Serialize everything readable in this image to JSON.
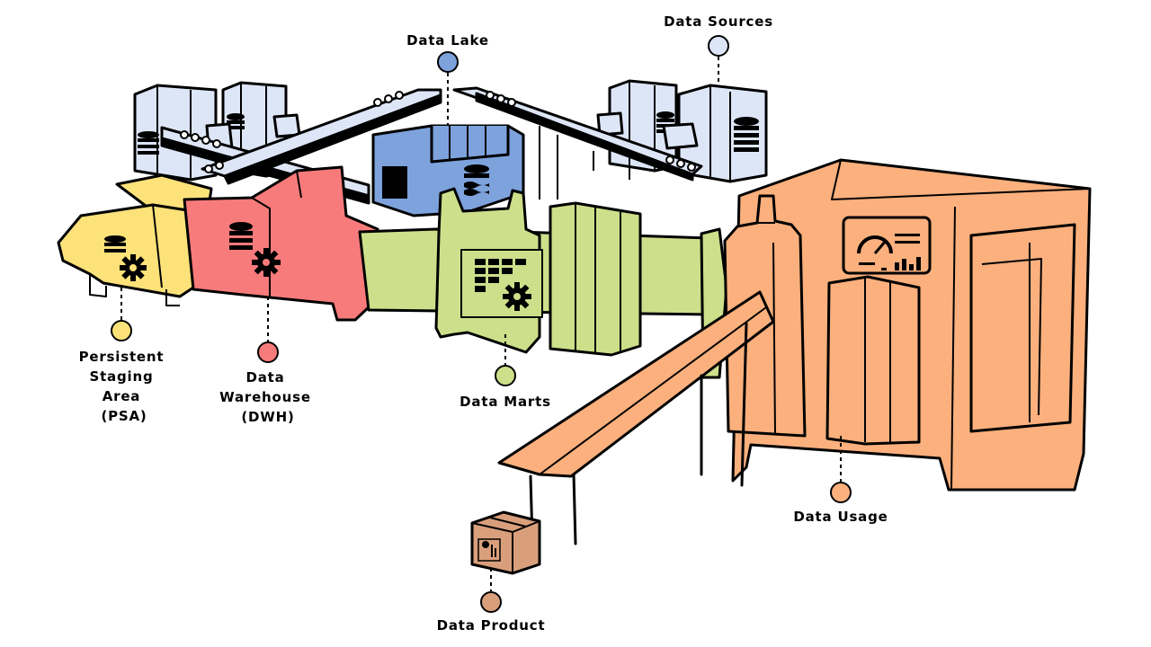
{
  "labels": {
    "data_sources": "Data Sources",
    "data_lake": "Data Lake",
    "psa": [
      "Persistent",
      "Staging",
      "Area",
      "(PSA)"
    ],
    "dwh": [
      "Data",
      "Warehouse",
      "(DWH)"
    ],
    "data_marts": "Data Marts",
    "data_usage": "Data Usage",
    "data_product": "Data Product"
  },
  "colors": {
    "data_sources": "#dde6f7",
    "data_lake": "#7da2dc",
    "psa": "#fde27a",
    "dwh": "#f87b7b",
    "data_marts": "#cddf8a",
    "data_usage": "#fbb07d",
    "data_product": "#d99f7c"
  }
}
